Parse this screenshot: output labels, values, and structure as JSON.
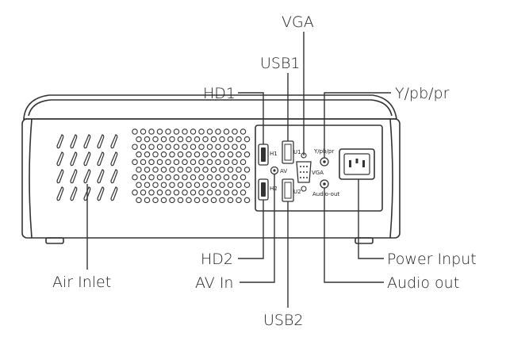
{
  "callouts": {
    "vga": "VGA",
    "usb1": "USB1",
    "hd1": "HD1",
    "ypbpr": "Y/pb/pr",
    "hd2": "HD2",
    "av_in": "AV In",
    "usb2": "USB2",
    "air_inlet": "Air Inlet",
    "power_input": "Power Input",
    "audio_out": "Audio out"
  },
  "panel_labels": {
    "h1": "H1",
    "h2": "H2",
    "u1": "U1",
    "u2": "U2",
    "vga": "VGA",
    "av": "AV",
    "ypbpr": "Y/pb/pr",
    "audio_out": "Audio-out"
  }
}
